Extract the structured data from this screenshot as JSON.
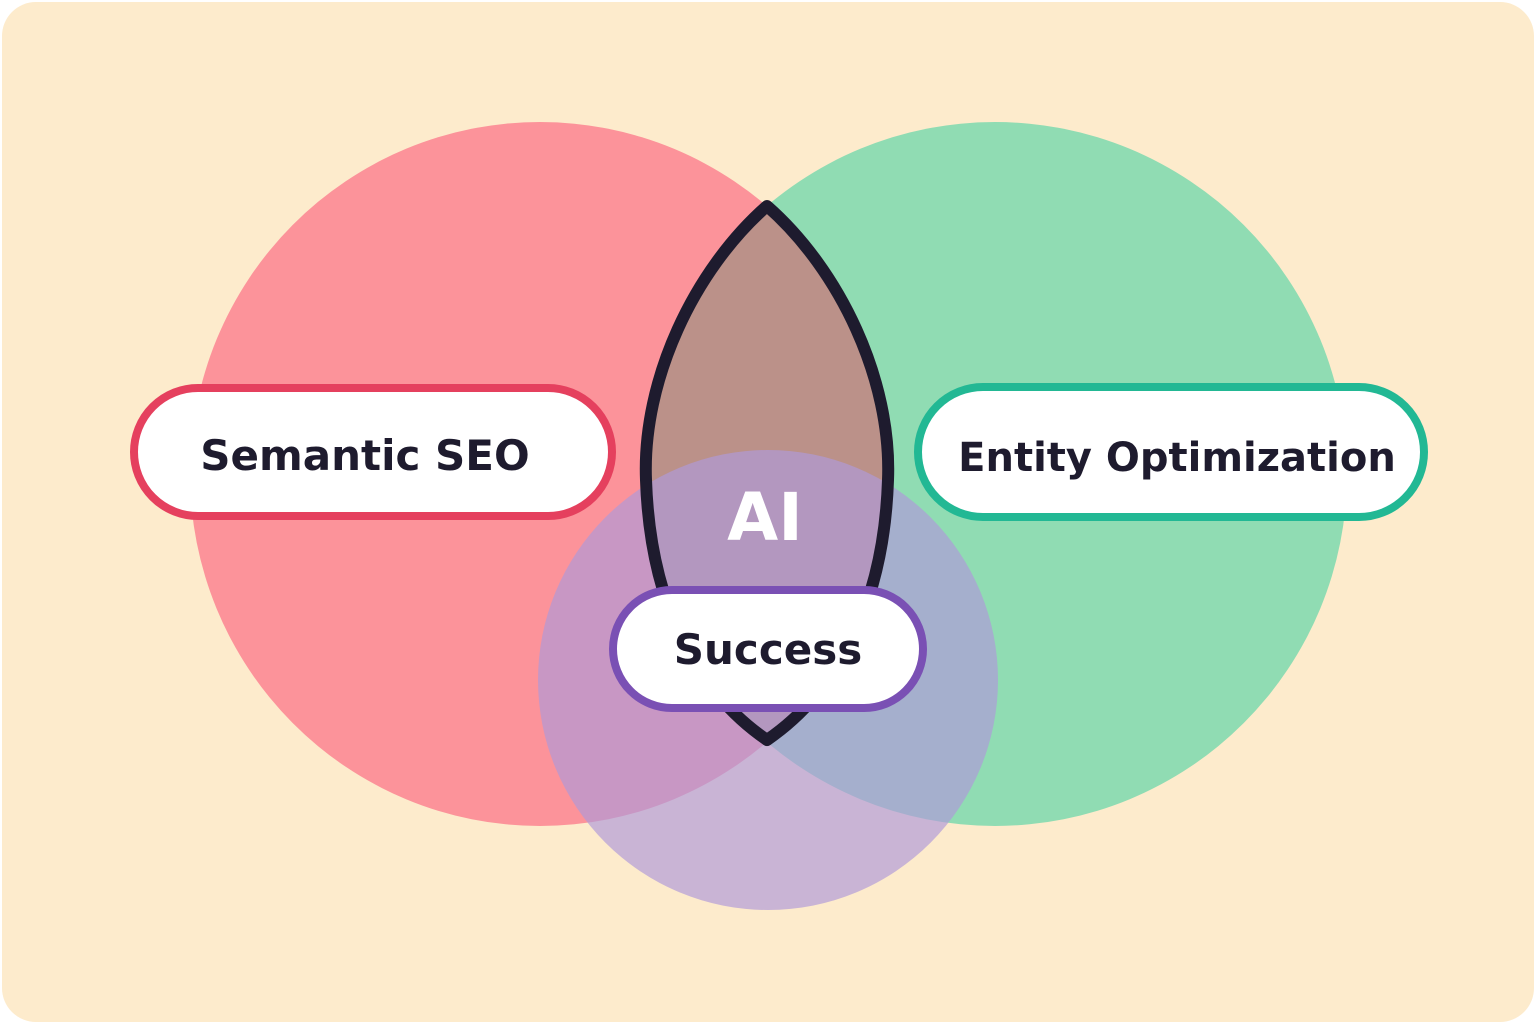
{
  "diagram": {
    "type": "venn",
    "background_color": "#fdebcc",
    "sets": [
      {
        "key": "left",
        "label": "Semantic SEO",
        "fill_color": "#fc8f98",
        "border_color": "#e5405e"
      },
      {
        "key": "right",
        "label": "Entity Optimization",
        "fill_color": "#90dcb3",
        "border_color": "#22b894"
      },
      {
        "key": "bottom",
        "label": "Success",
        "fill_color": "#b09ad8",
        "border_color": "#7a50b4"
      }
    ],
    "intersection": {
      "label": "AI",
      "fill_color": "#bb9189",
      "outline_color": "#1e1b2e"
    }
  }
}
